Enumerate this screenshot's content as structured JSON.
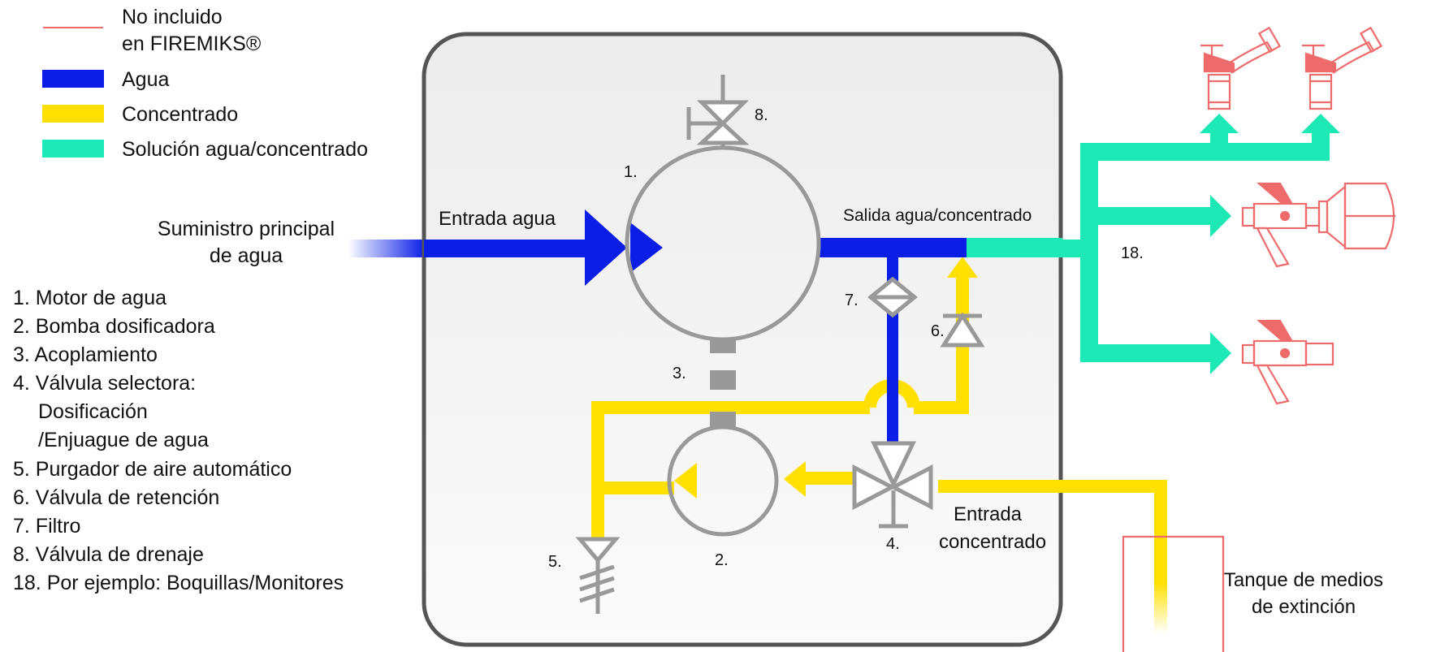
{
  "colors": {
    "water": "#0a1ee6",
    "concentrate": "#ffe000",
    "solution": "#1de9b6",
    "not_included": "#ee6b6b",
    "device": "#999999",
    "housing": "#555555"
  },
  "legend": {
    "not_included": [
      "No incluido",
      "en FIREMIKS®"
    ],
    "water": "Agua",
    "concentrate": "Concentrado",
    "solution": "Solución agua/concentrado"
  },
  "components_list": [
    "1. Motor de agua",
    "2. Bomba dosificadora",
    "3. Acoplamiento",
    "4. Válvula selectora:",
    "Dosificación",
    "/Enjuague de agua",
    "5. Purgador de aire automático",
    "6. Válvula de retención",
    "7. Filtro",
    "8. Válvula de drenaje",
    "18. Por ejemplo: Boquillas/Monitores"
  ],
  "labels": {
    "main_supply": [
      "Suministro principal",
      "de agua"
    ],
    "water_inlet": "Entrada agua",
    "solution_outlet": "Salida agua/concentrado",
    "concentrate_inlet": [
      "Entrada",
      "concentrado"
    ],
    "tank": [
      "Tanque de medios",
      "de extinción"
    ]
  },
  "markers": {
    "water_motor": "1.",
    "dosing_pump": "2.",
    "coupling": "3.",
    "selector_valve": "4.",
    "air_vent": "5.",
    "check_valve": "6.",
    "filter": "7.",
    "drain_valve": "8.",
    "outlets": "18."
  }
}
